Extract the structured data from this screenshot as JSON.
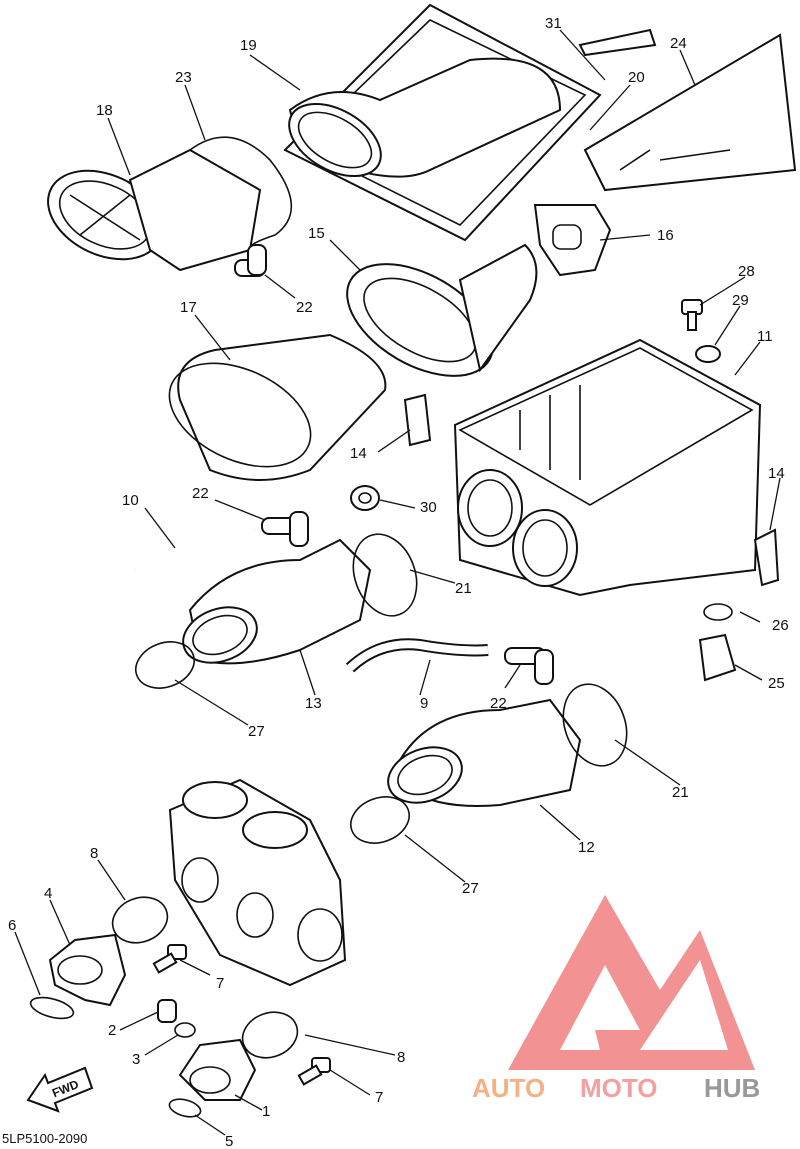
{
  "diagram_code": "5LP5100-2090",
  "fwd_label": "FWD",
  "watermark": {
    "auto": "AUTO",
    "moto": "MOTO",
    "hub": "HUB",
    "color_auto": "#F4B183",
    "color_moto": "#F4A0A0",
    "color_hub": "#999999",
    "logo_color": "#F08080"
  },
  "callouts": {
    "c1": "1",
    "c2": "2",
    "c3": "3",
    "c4": "4",
    "c5": "5",
    "c6": "6",
    "c7a": "7",
    "c7b": "7",
    "c8a": "8",
    "c8b": "8",
    "c9": "9",
    "c10": "10",
    "c11": "11",
    "c12": "12",
    "c13": "13",
    "c14a": "14",
    "c14b": "14",
    "c15": "15",
    "c16": "16",
    "c17": "17",
    "c18": "18",
    "c19": "19",
    "c20": "20",
    "c21a": "21",
    "c21b": "21",
    "c22a": "22",
    "c22b": "22",
    "c22c": "22",
    "c23": "23",
    "c24": "24",
    "c25": "25",
    "c26": "26",
    "c27a": "27",
    "c27b": "27",
    "c28": "28",
    "c29": "29",
    "c30": "30",
    "c31": "31"
  }
}
